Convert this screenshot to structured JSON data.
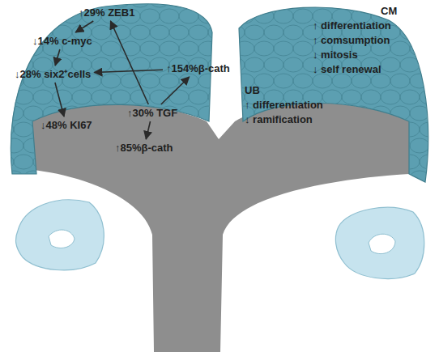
{
  "diagram": {
    "nodes": [
      {
        "text": [
          "↑29% ZEB1"
        ]
      },
      {
        "text": [
          "↓14% c-myc"
        ]
      },
      {
        "text": [
          "↓28% six2⁺cells"
        ]
      },
      {
        "text": [
          "↓48% KI67"
        ]
      },
      {
        "text": [
          "↑154%β-cath"
        ]
      },
      {
        "text": [
          "↑30% TGF"
        ]
      },
      {
        "text": [
          "↑85%β-cath"
        ]
      }
    ],
    "edges": [
      {
        "from": 0,
        "to": 1,
        "arrow": "to"
      },
      {
        "from": 1,
        "to": 2,
        "arrow": "to"
      },
      {
        "from": 2,
        "to": 3,
        "arrow": "to"
      },
      {
        "from": 4,
        "to": 2,
        "arrow": "to"
      },
      {
        "from": 5,
        "to": 0,
        "arrow": "to"
      },
      {
        "from": 5,
        "to": 4,
        "arrow": "to"
      },
      {
        "from": 5,
        "to": 6,
        "arrow": "to"
      }
    ],
    "labels": [
      "CM",
      "↑ differentiation",
      "↑ comsumption",
      "↓ mitosis",
      "↓ self renewal",
      "UB",
      "↑ differentiation",
      "↓ ramification"
    ]
  }
}
